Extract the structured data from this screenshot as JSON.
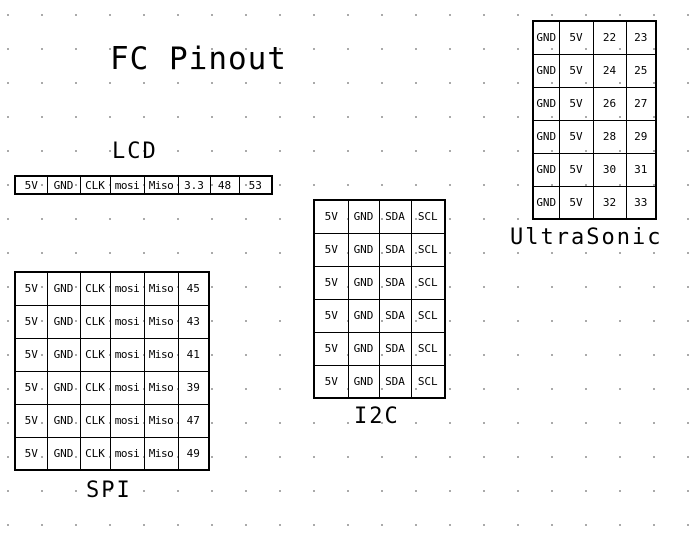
{
  "title": "FC Pinout",
  "lcd": {
    "label": "LCD",
    "rows": [
      [
        "5V",
        "GND",
        "CLK",
        "mosi",
        "Miso",
        "3.3",
        "48",
        "53"
      ]
    ]
  },
  "spi": {
    "label": "SPI",
    "rows": [
      [
        "5V",
        "GND",
        "CLK",
        "mosi",
        "Miso",
        "45"
      ],
      [
        "5V",
        "GND",
        "CLK",
        "mosi",
        "Miso",
        "43"
      ],
      [
        "5V",
        "GND",
        "CLK",
        "mosi",
        "Miso",
        "41"
      ],
      [
        "5V",
        "GND",
        "CLK",
        "mosi",
        "Miso",
        "39"
      ],
      [
        "5V",
        "GND",
        "CLK",
        "mosi",
        "Miso",
        "47"
      ],
      [
        "5V",
        "GND",
        "CLK",
        "mosi",
        "Miso",
        "49"
      ]
    ]
  },
  "i2c": {
    "label": "I2C",
    "rows": [
      [
        "5V",
        "GND",
        "SDA",
        "SCL"
      ],
      [
        "5V",
        "GND",
        "SDA",
        "SCL"
      ],
      [
        "5V",
        "GND",
        "SDA",
        "SCL"
      ],
      [
        "5V",
        "GND",
        "SDA",
        "SCL"
      ],
      [
        "5V",
        "GND",
        "SDA",
        "SCL"
      ],
      [
        "5V",
        "GND",
        "SDA",
        "SCL"
      ]
    ]
  },
  "ultrasonic": {
    "label": "UltraSonic",
    "rows": [
      [
        "GND",
        "5V",
        "22",
        "23"
      ],
      [
        "GND",
        "5V",
        "24",
        "25"
      ],
      [
        "GND",
        "5V",
        "26",
        "27"
      ],
      [
        "GND",
        "5V",
        "28",
        "29"
      ],
      [
        "GND",
        "5V",
        "30",
        "31"
      ],
      [
        "GND",
        "5V",
        "32",
        "33"
      ]
    ]
  }
}
